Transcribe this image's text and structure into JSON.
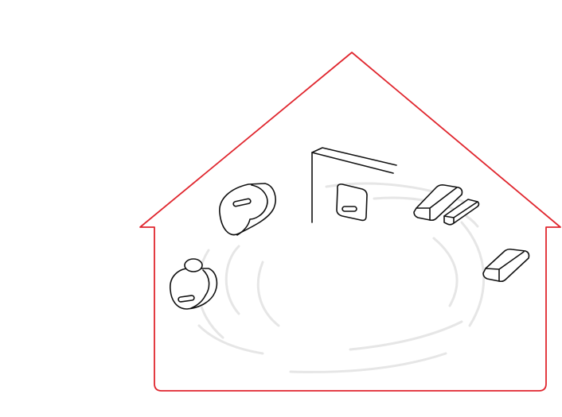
{
  "colors": {
    "background": "#ffffff",
    "house_outline": "#e0262e",
    "device_outline": "#111111",
    "signal_waves": "#e6e6e6"
  },
  "elements": [
    "house-outline",
    "signal-waves",
    "smart-hub-panel",
    "motion-sensor",
    "smart-lock-knob",
    "door-window-sensor",
    "door-window-sensor-magnet",
    "small-contact-sensor"
  ]
}
